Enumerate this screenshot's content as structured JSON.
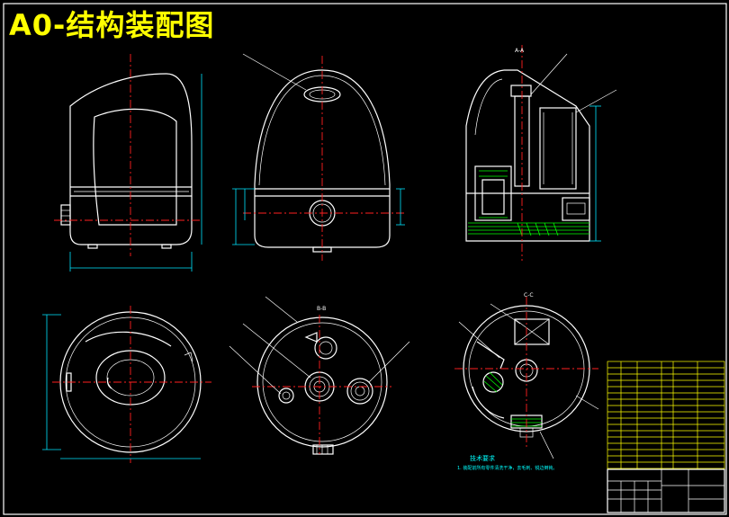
{
  "sheet": {
    "title": "A0-结构装配图"
  },
  "section_labels": [
    "A-A",
    "B-B",
    "C-C"
  ],
  "tech_requirements": {
    "heading": "技术要求",
    "line1": "1. 装配前所有零件清洗干净，去毛刺、锐边倒钝。"
  },
  "colors": {
    "background": "#000000",
    "outline": "#ffffff",
    "dimension": "#00e5ff",
    "centerline": "#ff2020",
    "hatch_leader": "#00ff00",
    "title_text": "#ffff00",
    "bom_frame": "#ffff00"
  }
}
